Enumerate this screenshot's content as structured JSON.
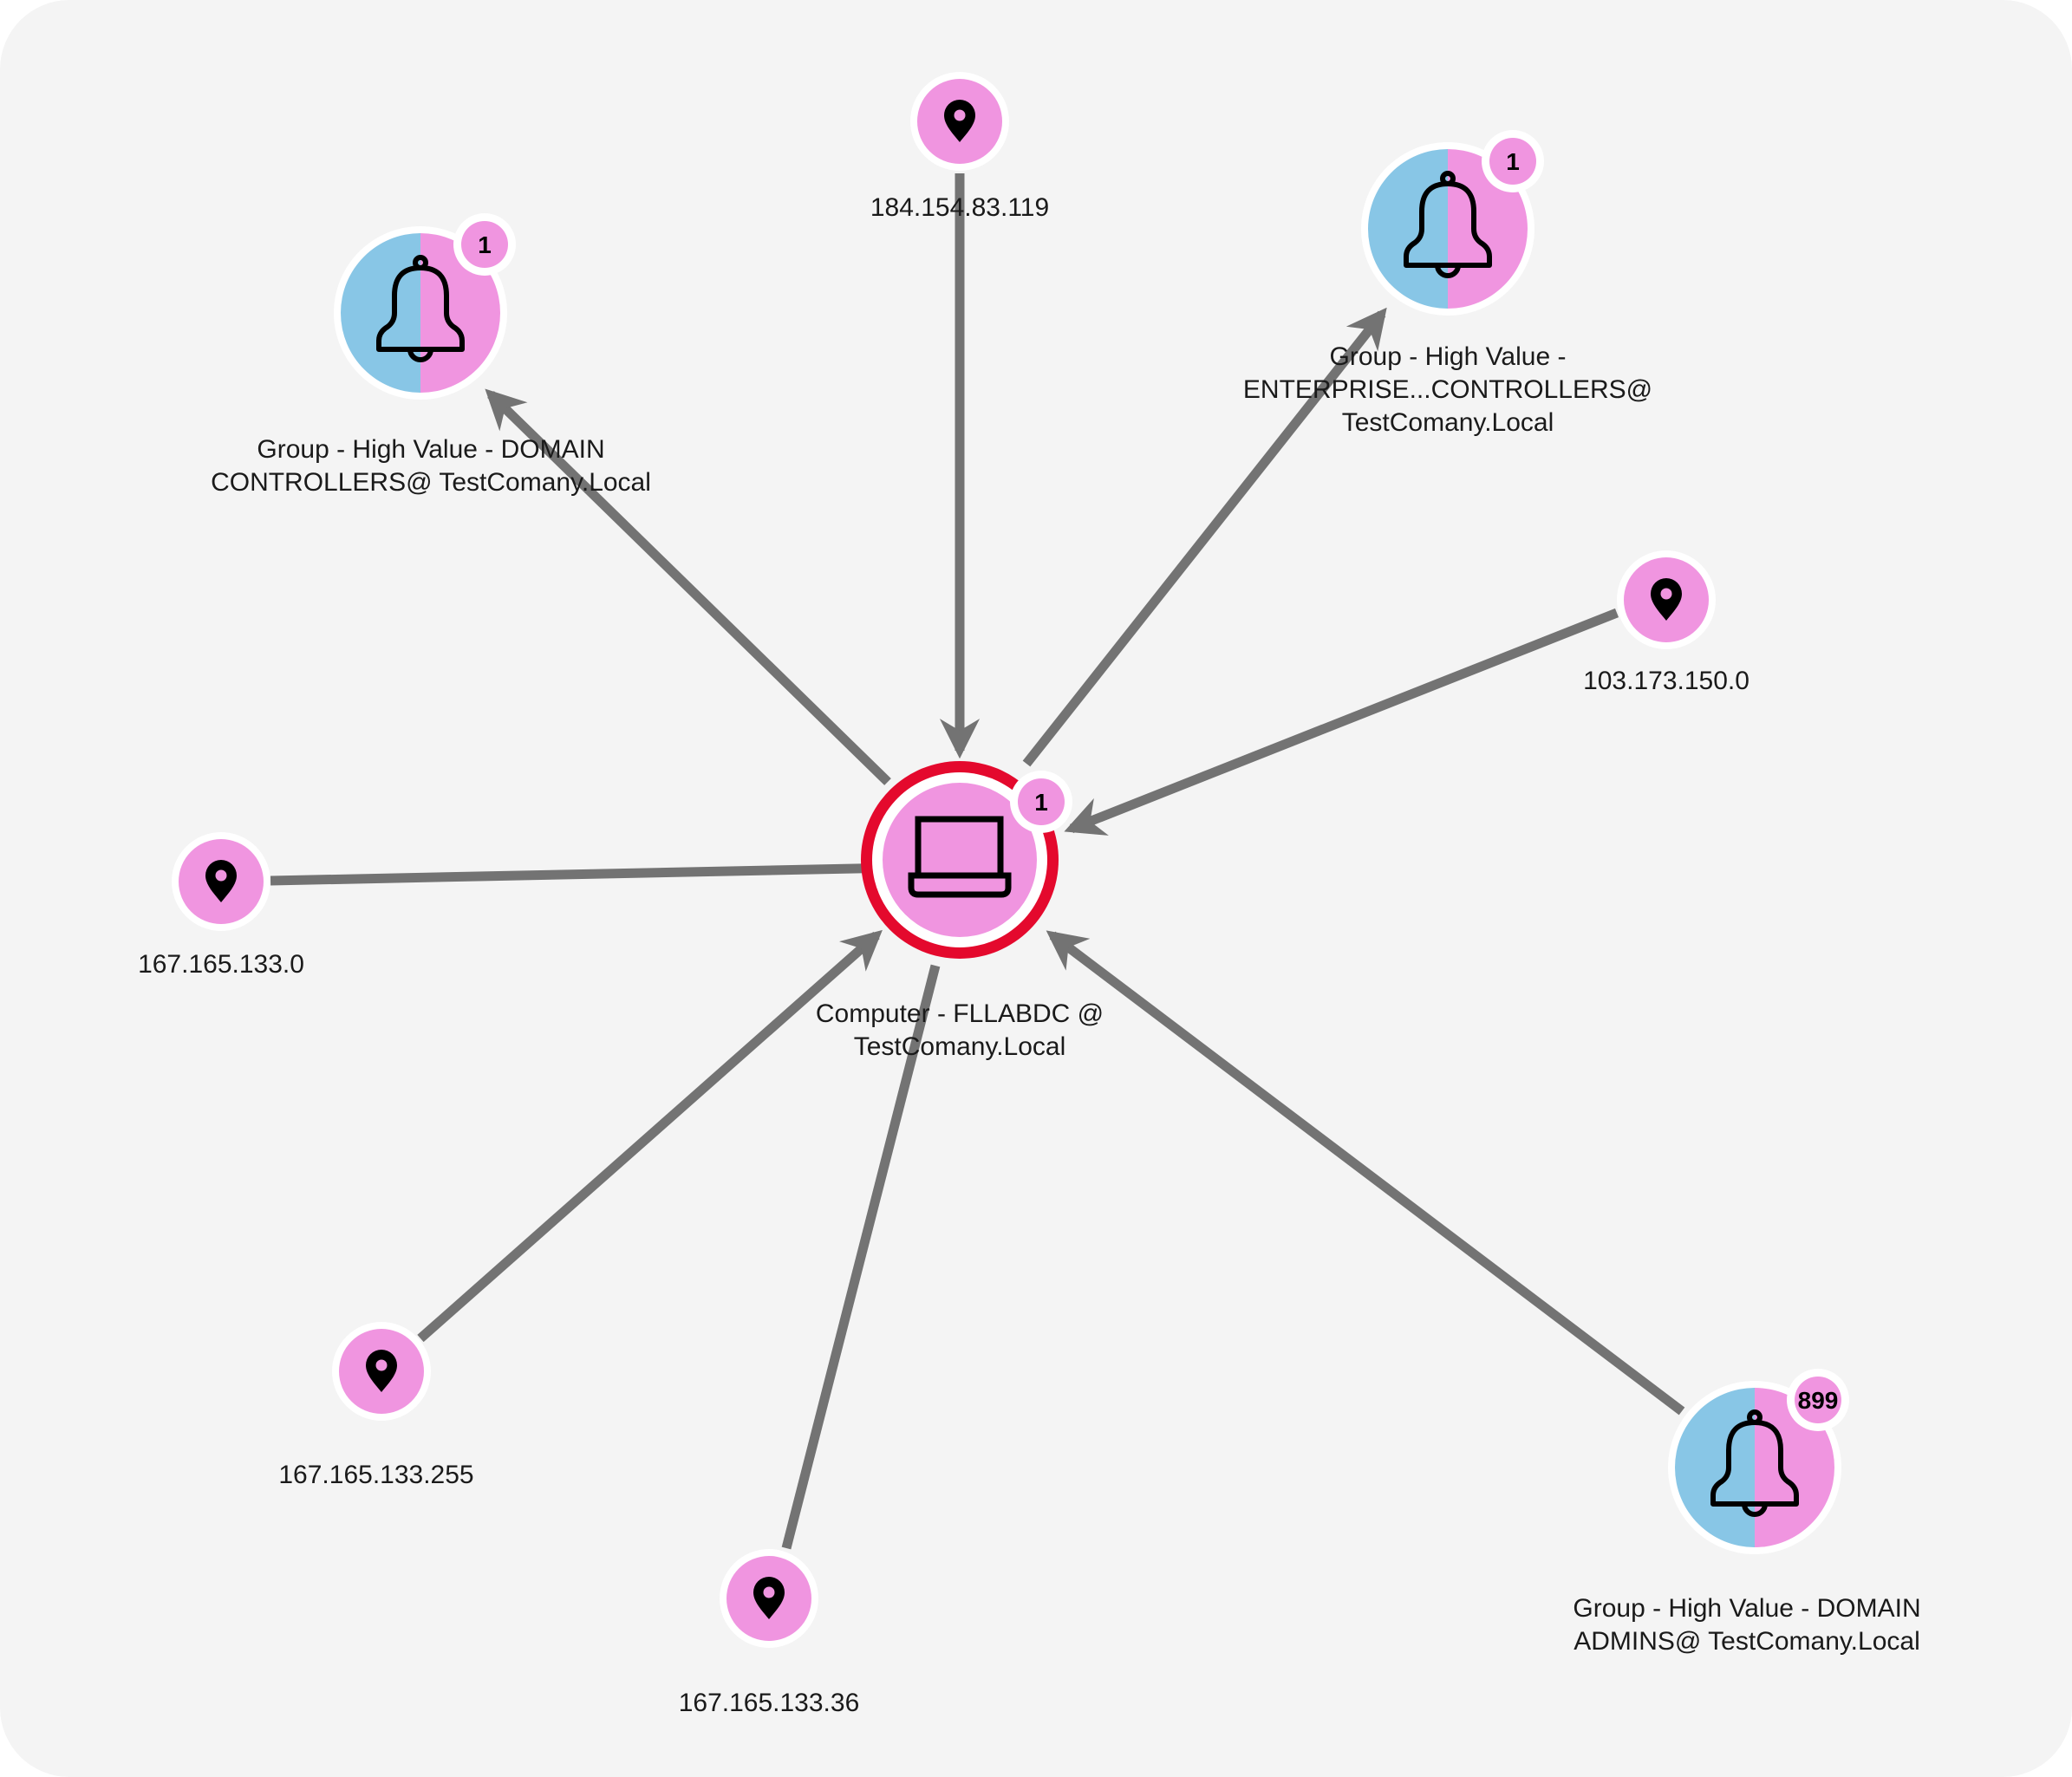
{
  "colors": {
    "edge": "#737373",
    "pink": "#f095e0",
    "blue": "#88c6e6",
    "alert_ring": "#e4092d",
    "background": "#f4f4f4"
  },
  "nodes": {
    "center": {
      "type": "computer",
      "icon": "laptop-icon",
      "badge": "1",
      "label": [
        "Computer - FLLABDC @",
        "TestComany.Local"
      ]
    },
    "ip_top": {
      "type": "ip",
      "icon": "location-pin-icon",
      "label": [
        "184.154.83.119"
      ]
    },
    "group_dc": {
      "type": "group",
      "icon": "bell-icon",
      "badge": "1",
      "label": [
        "Group - High Value - DOMAIN",
        "CONTROLLERS@ TestComany.Local"
      ]
    },
    "group_ent": {
      "type": "group",
      "icon": "bell-icon",
      "badge": "1",
      "label": [
        "Group - High Value -",
        "ENTERPRISE...CONTROLLERS@",
        "TestComany.Local"
      ]
    },
    "ip_right": {
      "type": "ip",
      "icon": "location-pin-icon",
      "label": [
        "103.173.150.0"
      ]
    },
    "ip_left": {
      "type": "ip",
      "icon": "location-pin-icon",
      "label": [
        "167.165.133.0"
      ]
    },
    "ip_lowleft": {
      "type": "ip",
      "icon": "location-pin-icon",
      "label": [
        "167.165.133.255"
      ]
    },
    "ip_bottom": {
      "type": "ip",
      "icon": "location-pin-icon",
      "label": [
        "167.165.133.36"
      ]
    },
    "group_da": {
      "type": "group",
      "icon": "bell-icon",
      "badge": "899",
      "label": [
        "Group - High Value - DOMAIN",
        "ADMINS@ TestComany.Local"
      ]
    }
  },
  "edges": [
    {
      "from": "ip_top",
      "to": "center"
    },
    {
      "from": "center",
      "to": "group_dc"
    },
    {
      "from": "center",
      "to": "group_ent"
    },
    {
      "from": "ip_right",
      "to": "center"
    },
    {
      "from": "ip_left",
      "to": "center"
    },
    {
      "from": "ip_lowleft",
      "to": "center"
    },
    {
      "from": "ip_bottom",
      "to": "center",
      "arrow": false
    },
    {
      "from": "group_da",
      "to": "center"
    }
  ]
}
